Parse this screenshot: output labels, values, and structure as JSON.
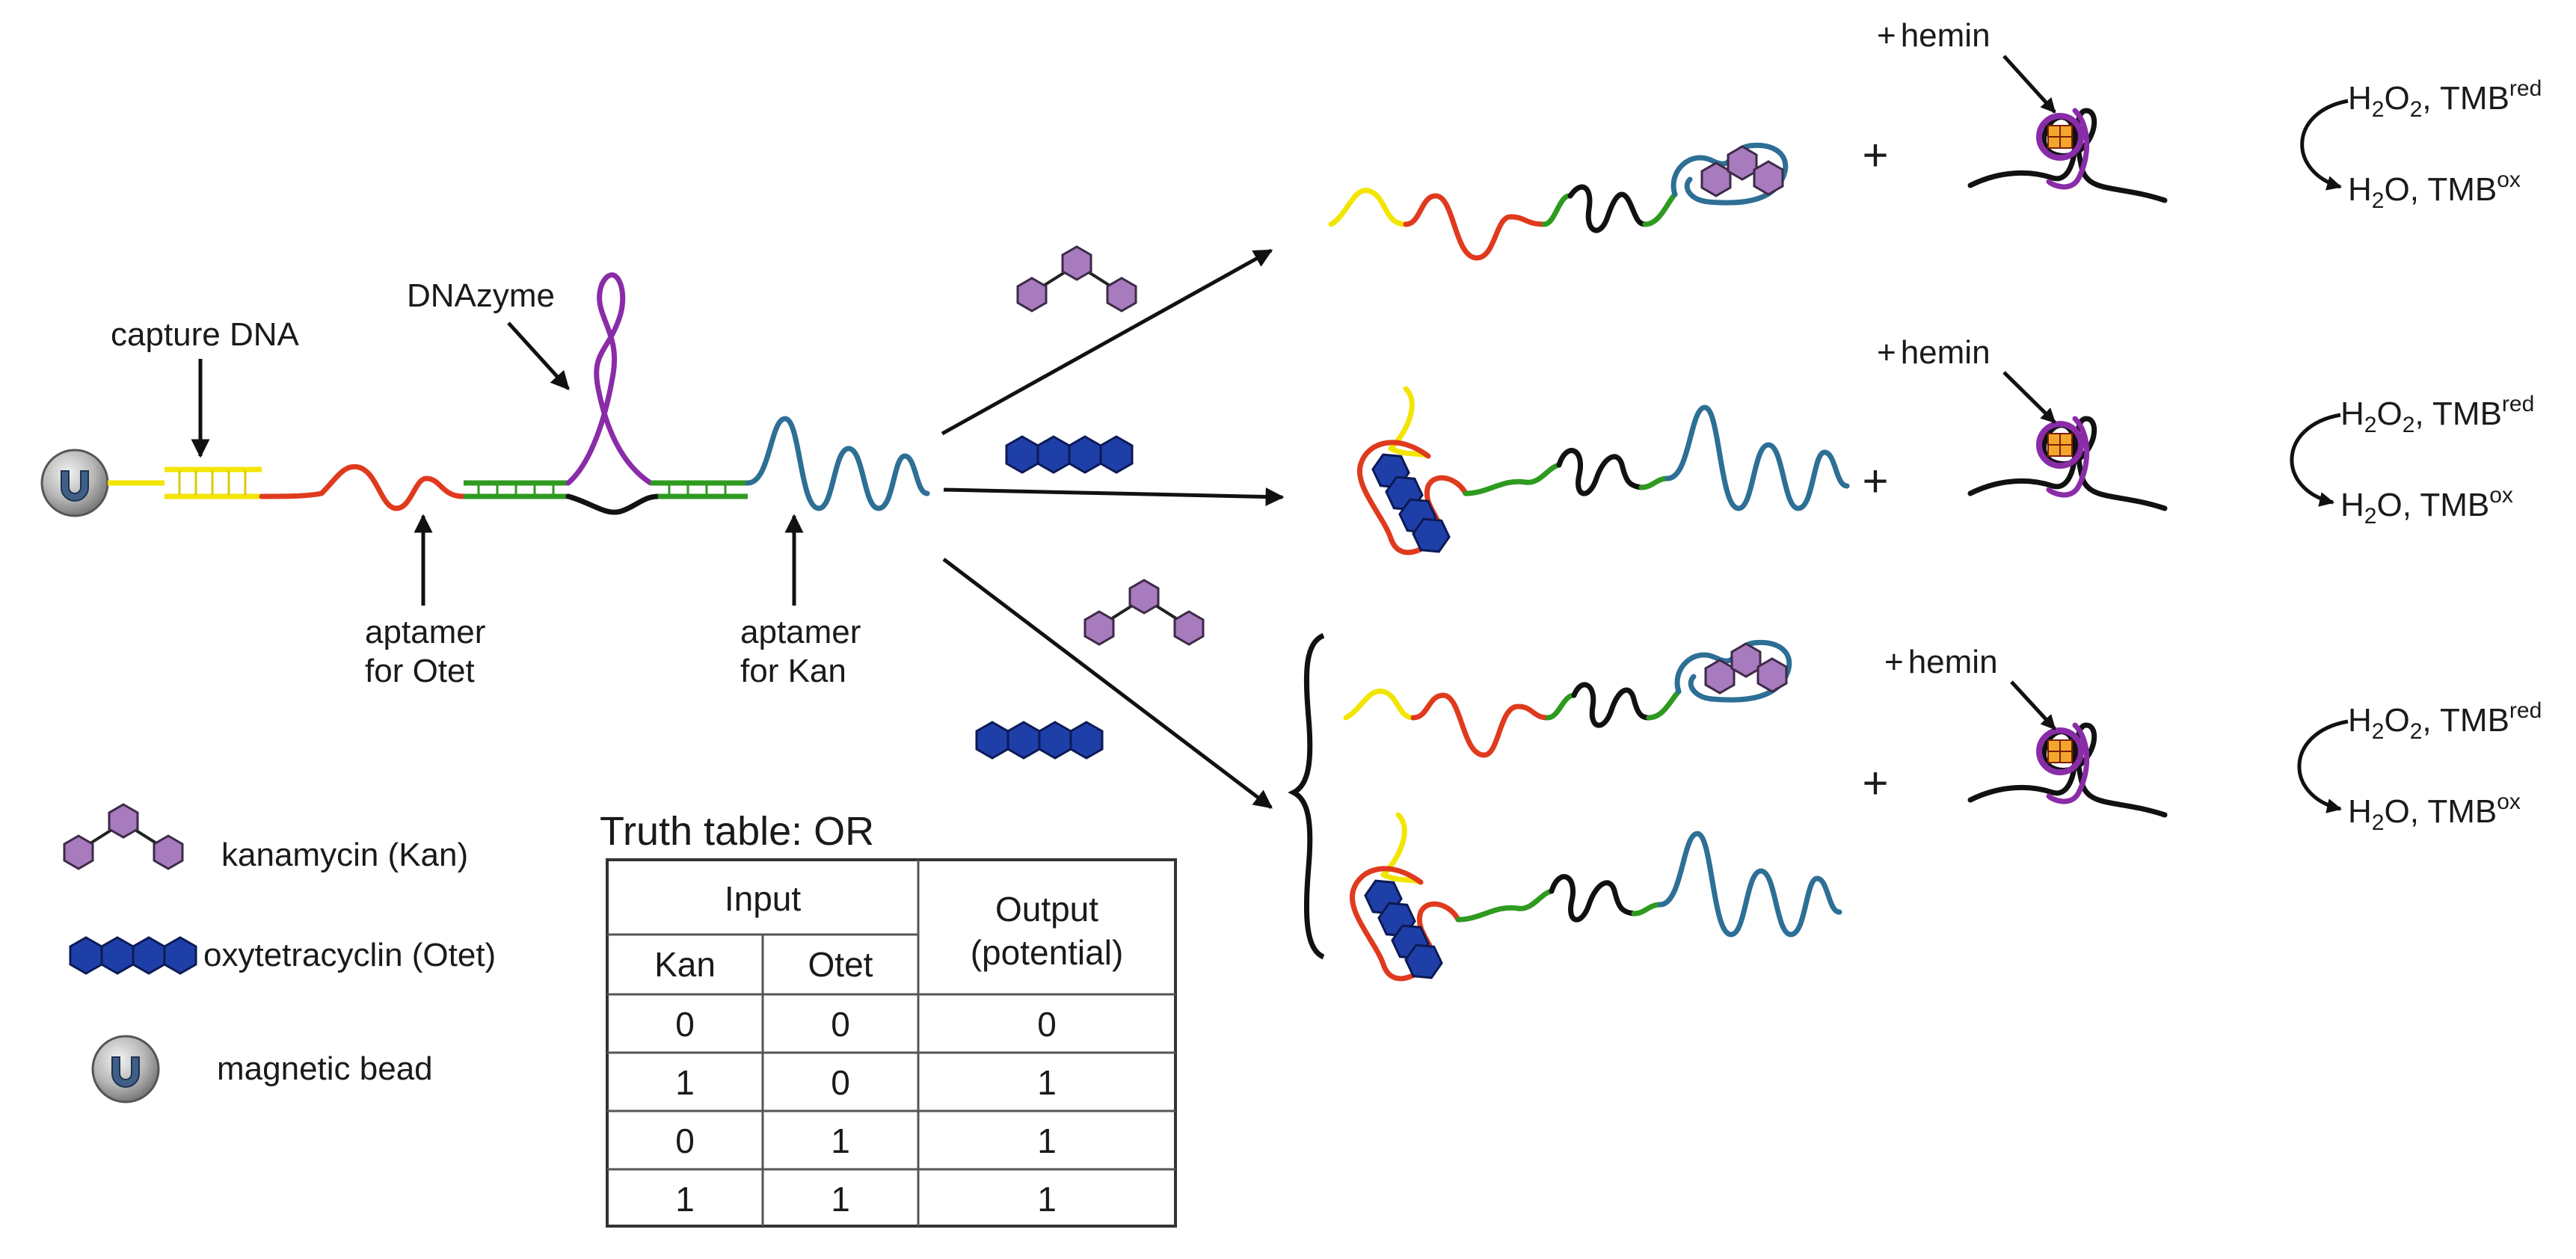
{
  "labels": {
    "capture_dna": "capture DNA",
    "dnazyme": "DNAzyme",
    "aptamer_otet_1": "aptamer",
    "aptamer_otet_2": "for Otet",
    "aptamer_kan_1": "aptamer",
    "aptamer_kan_2": "for Kan"
  },
  "legend": {
    "kan": "kanamycin (Kan)",
    "otet": "oxytetracyclin (Otet)",
    "bead": "magnetic bead"
  },
  "truth_table": {
    "title": "Truth table: OR",
    "input_header": "Input",
    "output_header_1": "Output",
    "output_header_2": "(potential)",
    "col_kan": "Kan",
    "col_otet": "Otet",
    "rows": [
      [
        "0",
        "0",
        "0"
      ],
      [
        "1",
        "0",
        "1"
      ],
      [
        "0",
        "1",
        "1"
      ],
      [
        "1",
        "1",
        "1"
      ]
    ]
  },
  "reaction": {
    "plus": "+",
    "hemin_plus": "+",
    "hemin": "hemin",
    "h2o2_prefix": "H",
    "h2o2_sub": "2",
    "h2o2_mid": "O",
    "h2o2_sub2": "2",
    "tmb": ", TMB",
    "red": "red",
    "h2o_prefix": "H",
    "h2o_sub": "2",
    "h2o_mid": "O, TMB",
    "ox": "ox"
  },
  "colors": {
    "capture": "#f2e500",
    "otet_aptamer": "#e03a1e",
    "linker": "#2e9a1f",
    "dnazyme": "#8a2ca8",
    "blocker": "#111111",
    "kan_aptamer": "#2d6f95",
    "kan_hex": "#a77bbd",
    "otet_hex": "#1f3fa8"
  },
  "icons": [
    "magnet-icon",
    "kanamycin-icon",
    "oxytetracyclin-icon",
    "g-quadruplex-hemin-icon"
  ]
}
